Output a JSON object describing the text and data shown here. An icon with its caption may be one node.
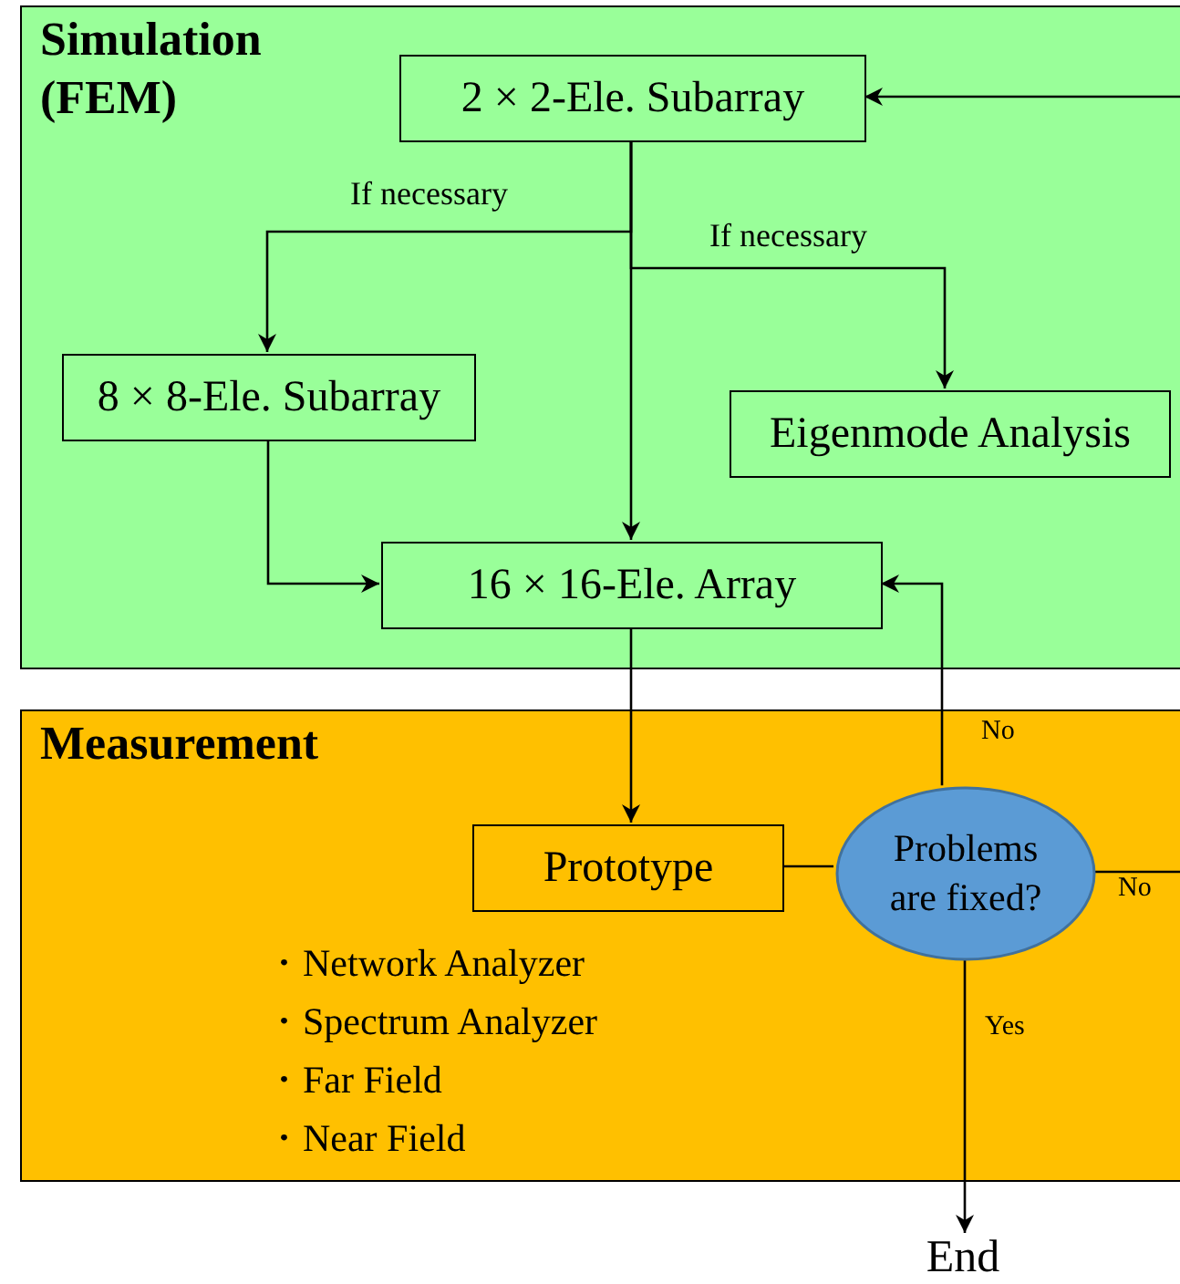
{
  "diagram": {
    "nodes": [
      {
        "text": [
          "Simulation (FEM)"
        ]
      },
      {
        "text": [
          "2 × 2-Ele. Subarray"
        ],
        "in": 0
      },
      {
        "text": [
          "8 × 8-Ele. Subarray"
        ],
        "in": 0
      },
      {
        "text": [
          "Eigenmode Analysis"
        ],
        "in": 0
      },
      {
        "text": [
          "16 × 16-Ele. Array"
        ],
        "in": 0
      },
      {
        "text": [
          "Measurement"
        ]
      },
      {
        "text": [
          "Prototype"
        ],
        "in": 5
      },
      {
        "text": [
          "Problems are fixed?"
        ],
        "in": 5
      },
      {
        "text": [
          "End"
        ]
      }
    ],
    "edges": [
      {
        "from": 1,
        "to": 2,
        "arrow": "to",
        "label": "If necessary"
      },
      {
        "from": 1,
        "to": 3,
        "arrow": "to",
        "label": "If necessary"
      },
      {
        "from": 1,
        "to": 4,
        "arrow": "to"
      },
      {
        "from": 2,
        "to": 4,
        "arrow": "to"
      },
      {
        "from": 4,
        "to": 6,
        "arrow": "to"
      },
      {
        "from": 6,
        "to": 7,
        "arrow": "none"
      },
      {
        "from": 7,
        "to": 4,
        "arrow": "to",
        "label": "No"
      },
      {
        "from": 7,
        "to": 1,
        "arrow": "to",
        "label": "No"
      },
      {
        "from": 7,
        "to": 8,
        "arrow": "to",
        "label": "Yes"
      }
    ],
    "labels": [
      "・Network Analyzer",
      "・Spectrum Analyzer",
      "・Far Field",
      "・Near Field"
    ]
  }
}
